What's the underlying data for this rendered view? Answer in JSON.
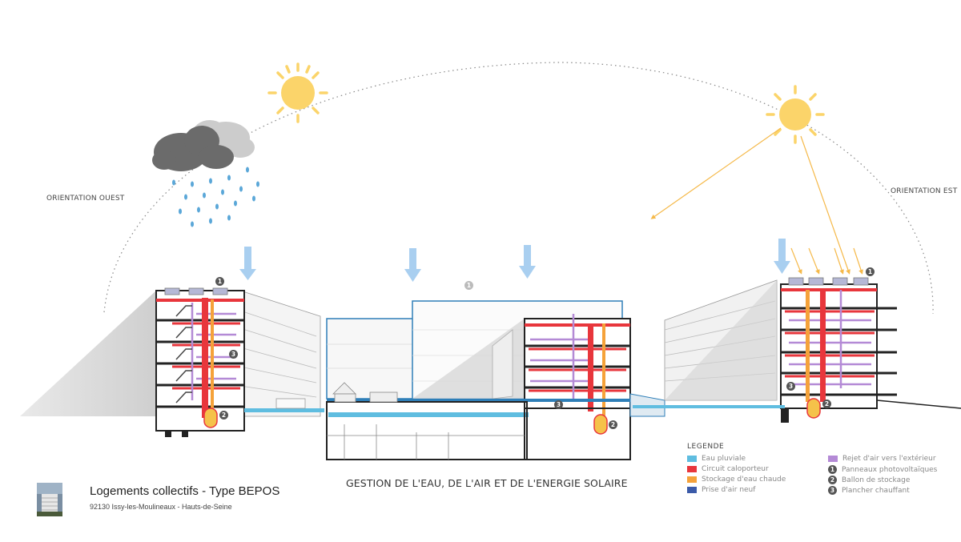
{
  "labels": {
    "west": "ORIENTATION OUEST",
    "east": "ORIENTATION EST",
    "caption": "GESTION DE L'EAU, DE L'AIR ET DE L'ENERGIE SOLAIRE"
  },
  "markers": {
    "one": "1",
    "two": "2",
    "three": "3"
  },
  "legend": {
    "title": "LEGENDE",
    "items": [
      {
        "label": "Eau pluviale",
        "color": "#5fbde0"
      },
      {
        "label": "Circuit caloporteur",
        "color": "#e8363c"
      },
      {
        "label": "Stockage d'eau chaude",
        "color": "#f5a23a"
      },
      {
        "label": "Prise d'air neuf",
        "color": "#3b5aa8"
      },
      {
        "label": "Rejet d'air vers l'extérieur",
        "color": "#b48ad6"
      },
      {
        "num": "1",
        "label": "Panneaux photovoltaïques"
      },
      {
        "num": "2",
        "label": "Ballon de stockage"
      },
      {
        "num": "3",
        "label": "Plancher chauffant"
      }
    ]
  },
  "project": {
    "title": "Logements collectifs - Type BEPOS",
    "subtitle": "92130 Issy-les-Moulineaux - Hauts-de-Seine"
  },
  "colors": {
    "rain": "#5fbde0",
    "heat": "#e8363c",
    "hotwater": "#f5a23a",
    "freshair": "#3b5aa8",
    "exhaust": "#b48ad6",
    "sun": "#fbd46a",
    "arrow": "#a9cff0"
  }
}
